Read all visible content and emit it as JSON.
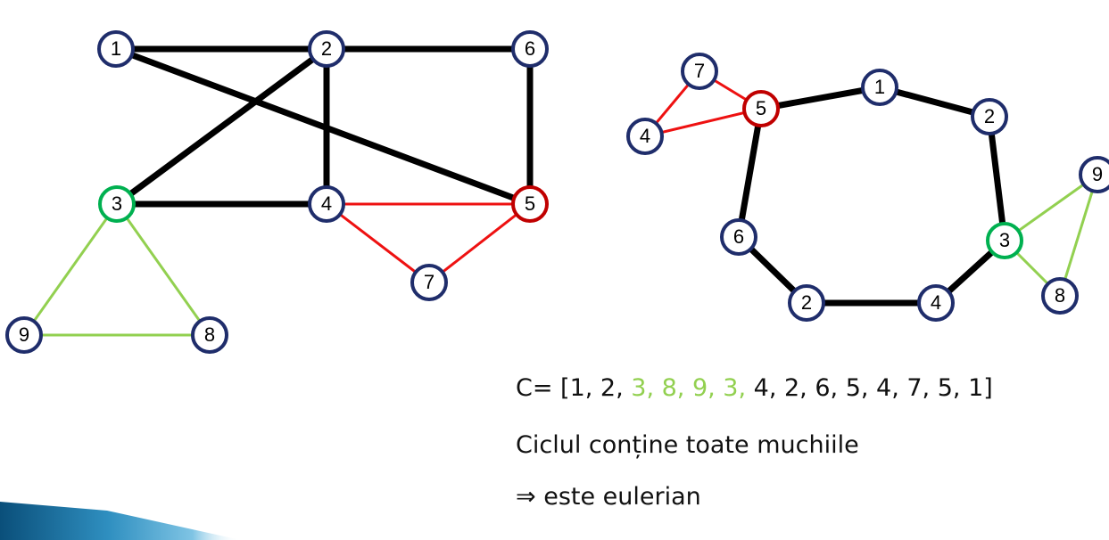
{
  "colors": {
    "node_stroke": "#1f2d6b",
    "edge_default": "#000000",
    "edge_red": "#ee1111",
    "edge_green": "#92d050",
    "node_green": "#00b050",
    "node_red": "#c00000",
    "highlight_text": "#92d050"
  },
  "graph_left": {
    "nodes": [
      {
        "id": "1",
        "label": "1",
        "style": "default"
      },
      {
        "id": "2",
        "label": "2",
        "style": "default"
      },
      {
        "id": "6",
        "label": "6",
        "style": "default"
      },
      {
        "id": "3",
        "label": "3",
        "style": "green"
      },
      {
        "id": "4",
        "label": "4",
        "style": "default"
      },
      {
        "id": "5",
        "label": "5",
        "style": "red"
      },
      {
        "id": "7",
        "label": "7",
        "style": "default"
      },
      {
        "id": "9",
        "label": "9",
        "style": "default"
      },
      {
        "id": "8",
        "label": "8",
        "style": "default"
      }
    ],
    "edges": [
      {
        "from": "1",
        "to": "2",
        "style": "black"
      },
      {
        "from": "2",
        "to": "6",
        "style": "black"
      },
      {
        "from": "1",
        "to": "5",
        "style": "black"
      },
      {
        "from": "2",
        "to": "3",
        "style": "black"
      },
      {
        "from": "2",
        "to": "4",
        "style": "black"
      },
      {
        "from": "6",
        "to": "5",
        "style": "black"
      },
      {
        "from": "3",
        "to": "4",
        "style": "black"
      },
      {
        "from": "4",
        "to": "5",
        "style": "red"
      },
      {
        "from": "4",
        "to": "7",
        "style": "red"
      },
      {
        "from": "7",
        "to": "5",
        "style": "red"
      },
      {
        "from": "3",
        "to": "9",
        "style": "green"
      },
      {
        "from": "3",
        "to": "8",
        "style": "green"
      },
      {
        "from": "9",
        "to": "8",
        "style": "green"
      }
    ]
  },
  "graph_right": {
    "nodes": [
      {
        "id": "r7",
        "label": "7",
        "style": "default"
      },
      {
        "id": "r1",
        "label": "1",
        "style": "default"
      },
      {
        "id": "r5",
        "label": "5",
        "style": "red"
      },
      {
        "id": "r4a",
        "label": "4",
        "style": "default"
      },
      {
        "id": "r2a",
        "label": "2",
        "style": "default"
      },
      {
        "id": "r9",
        "label": "9",
        "style": "default"
      },
      {
        "id": "r6",
        "label": "6",
        "style": "default"
      },
      {
        "id": "r3",
        "label": "3",
        "style": "green"
      },
      {
        "id": "r8",
        "label": "8",
        "style": "default"
      },
      {
        "id": "r2b",
        "label": "2",
        "style": "default"
      },
      {
        "id": "r4b",
        "label": "4",
        "style": "default"
      }
    ],
    "edges": [
      {
        "from": "r5",
        "to": "r1",
        "style": "black"
      },
      {
        "from": "r1",
        "to": "r2a",
        "style": "black"
      },
      {
        "from": "r2a",
        "to": "r3",
        "style": "black"
      },
      {
        "from": "r3",
        "to": "r4b",
        "style": "black"
      },
      {
        "from": "r4b",
        "to": "r2b",
        "style": "black"
      },
      {
        "from": "r2b",
        "to": "r6",
        "style": "black"
      },
      {
        "from": "r6",
        "to": "r5",
        "style": "black"
      },
      {
        "from": "r7",
        "to": "r5",
        "style": "red"
      },
      {
        "from": "r7",
        "to": "r4a",
        "style": "red"
      },
      {
        "from": "r4a",
        "to": "r5",
        "style": "red"
      },
      {
        "from": "r3",
        "to": "r9",
        "style": "green"
      },
      {
        "from": "r3",
        "to": "r8",
        "style": "green"
      },
      {
        "from": "r9",
        "to": "r8",
        "style": "green"
      }
    ]
  },
  "text": {
    "sequence_items": [
      {
        "text": "C= [1, 2, ",
        "highlight": false
      },
      {
        "text": "3, 8, 9, 3,",
        "highlight": true
      },
      {
        "text": " 4, 2, 6, 5, 4, 7, 5,  1]",
        "highlight": false
      }
    ],
    "note": "Ciclul conține toate muchiile",
    "conclusion_symbol": "⇒",
    "conclusion_text": " este eulerian"
  }
}
